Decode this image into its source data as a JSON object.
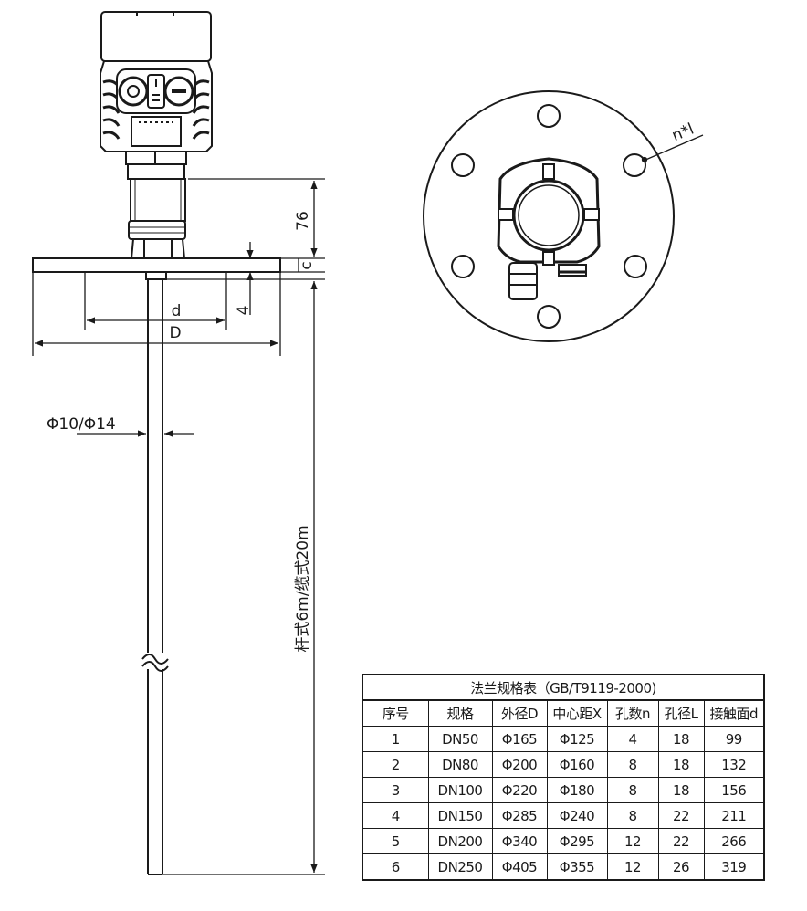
{
  "labels": {
    "dim_76": "76",
    "dim_c": "c",
    "dim_4": "4",
    "dim_d": "d",
    "dim_D": "D",
    "rod_diameter": "Φ10/Φ14",
    "length": "杆式6m/缆式20m",
    "hole_callout": "n*l"
  },
  "table": {
    "title": "法兰规格表（GB/T9119-2000)",
    "headers": [
      "序号",
      "规格",
      "外径D",
      "中心距X",
      "孔数n",
      "孔径L",
      "接触面d"
    ],
    "rows": [
      [
        "1",
        "DN50",
        "Φ165",
        "Φ125",
        "4",
        "18",
        "99"
      ],
      [
        "2",
        "DN80",
        "Φ200",
        "Φ160",
        "8",
        "18",
        "132"
      ],
      [
        "3",
        "DN100",
        "Φ220",
        "Φ180",
        "8",
        "18",
        "156"
      ],
      [
        "4",
        "DN150",
        "Φ285",
        "Φ240",
        "8",
        "22",
        "211"
      ],
      [
        "5",
        "DN200",
        "Φ340",
        "Φ295",
        "12",
        "22",
        "266"
      ],
      [
        "6",
        "DN250",
        "Φ405",
        "Φ355",
        "12",
        "26",
        "319"
      ]
    ]
  },
  "colors": {
    "line": "#1a1a1a",
    "background": "#ffffff"
  }
}
